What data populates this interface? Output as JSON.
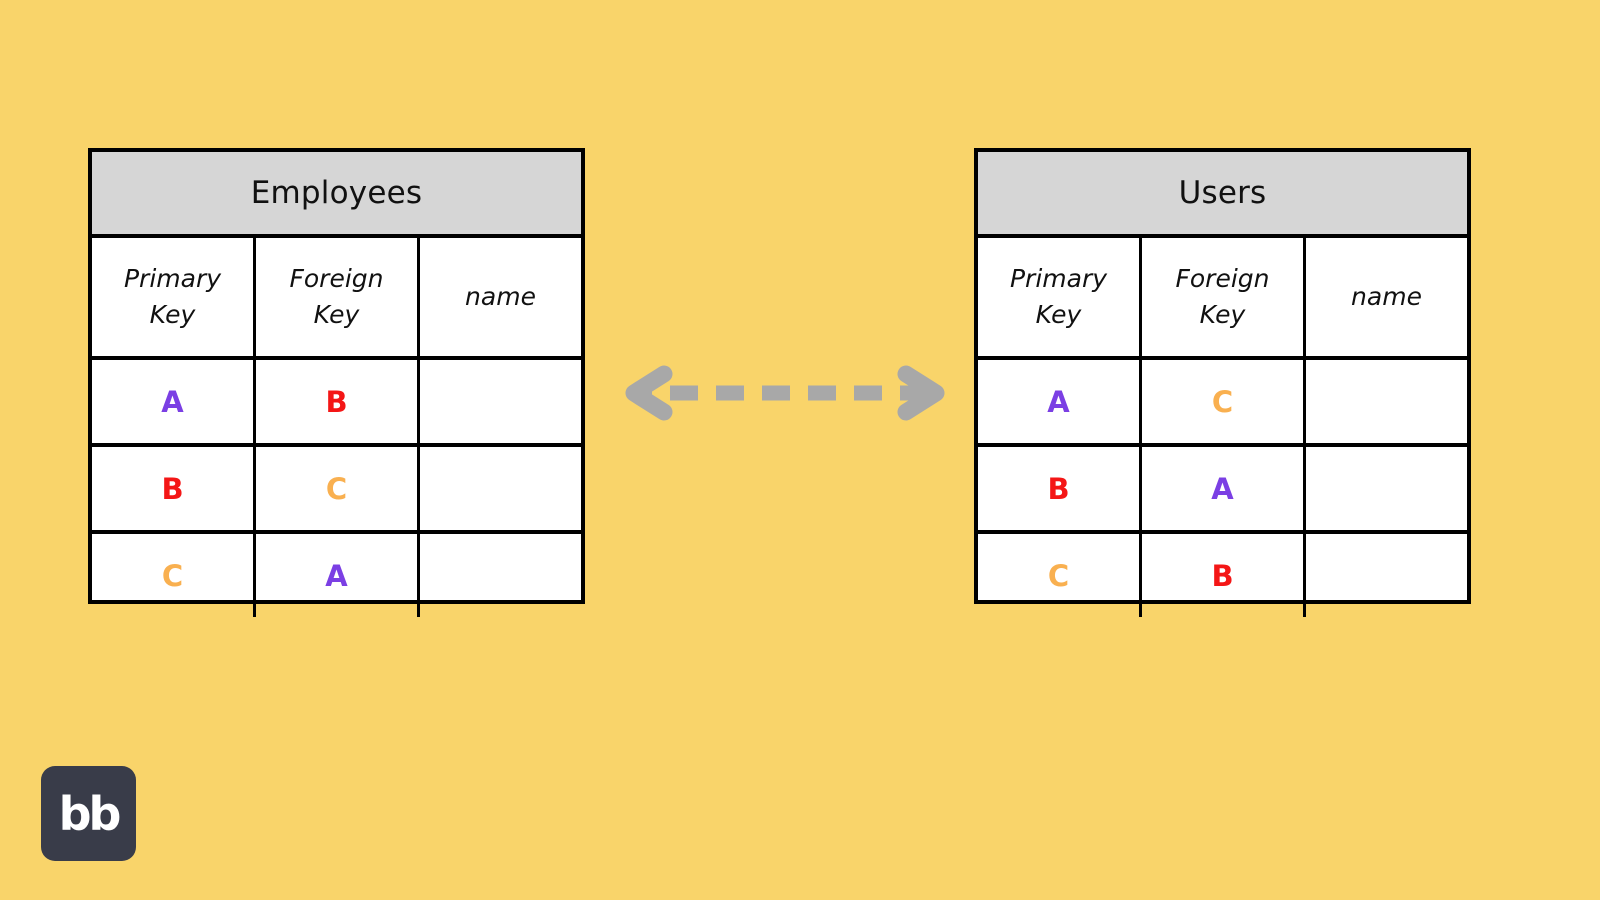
{
  "canvas": {
    "background_color": "#f9d46a"
  },
  "palette": {
    "background": "#f9d46a",
    "table_header_fill": "#d6d6d6",
    "table_border": "#000000",
    "cell_fill": "#ffffff",
    "arrow": "#a8a8a8",
    "key_a": "#7b3fe4",
    "key_b": "#f41616",
    "key_c": "#f9b050",
    "logo_bg": "#393c49",
    "logo_fg": "#ffffff"
  },
  "tables": [
    {
      "id": "employees",
      "title": "Employees",
      "columns": [
        {
          "label": "Primary\nKey",
          "name": "primary-key"
        },
        {
          "label": "Foreign\nKey",
          "name": "foreign-key"
        },
        {
          "label": "name",
          "name": "name"
        }
      ],
      "rows": [
        {
          "primary_key": "A",
          "foreign_key": "B",
          "name": ""
        },
        {
          "primary_key": "B",
          "foreign_key": "C",
          "name": ""
        },
        {
          "primary_key": "C",
          "foreign_key": "A",
          "name": ""
        }
      ]
    },
    {
      "id": "users",
      "title": "Users",
      "columns": [
        {
          "label": "Primary\nKey",
          "name": "primary-key"
        },
        {
          "label": "Foreign\nKey",
          "name": "foreign-key"
        },
        {
          "label": "name",
          "name": "name"
        }
      ],
      "rows": [
        {
          "primary_key": "A",
          "foreign_key": "C",
          "name": ""
        },
        {
          "primary_key": "B",
          "foreign_key": "A",
          "name": ""
        },
        {
          "primary_key": "C",
          "foreign_key": "B",
          "name": ""
        }
      ]
    }
  ],
  "relation": {
    "icon": "double-headed-dashed-arrow",
    "color": "#a8a8a8",
    "direction": "bidirectional",
    "dash_count": 6
  },
  "logo": {
    "text": "bb",
    "shape": "rounded-square"
  }
}
